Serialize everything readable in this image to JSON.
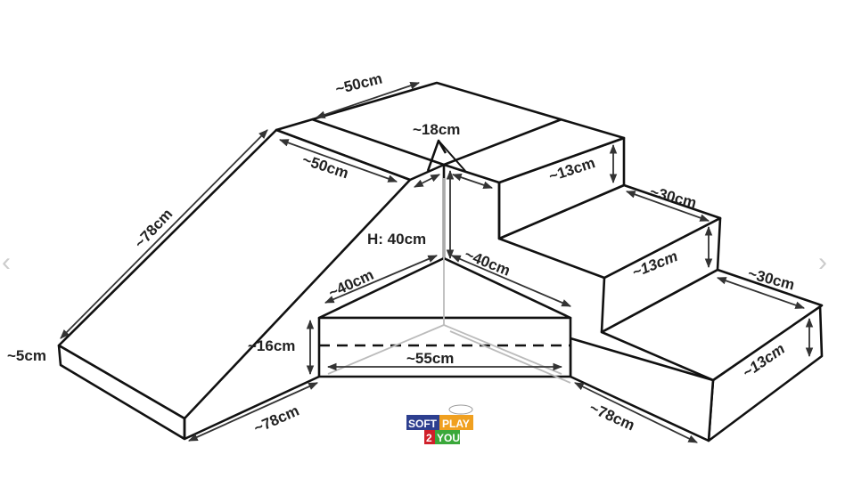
{
  "diagram": {
    "labels": {
      "top_width": "~50cm",
      "slide_top_depth": "~50cm",
      "notch": "~18cm",
      "slide_length": "~78cm",
      "slide_thickness": "~5cm",
      "height": "H: 40cm",
      "triangle_left": "~40cm",
      "triangle_right": "~40cm",
      "triangle_height": "~16cm",
      "triangle_base": "~55cm",
      "base_left": "~78cm",
      "base_right": "~78cm",
      "step1_rise": "~13cm",
      "step2_depth": "~30cm",
      "step2_rise": "~13cm",
      "step3_depth": "~30cm",
      "step3_rise": "~13cm"
    },
    "logo": {
      "word1": "SOFT",
      "word2": "PLAY",
      "word3": "2",
      "word4": "YOU",
      "colors": {
        "soft": "#2d3f8f",
        "play": "#f0a020",
        "two": "#d0202a",
        "you": "#3aa83a"
      }
    }
  },
  "nav": {
    "prev": "‹",
    "next": "›"
  }
}
